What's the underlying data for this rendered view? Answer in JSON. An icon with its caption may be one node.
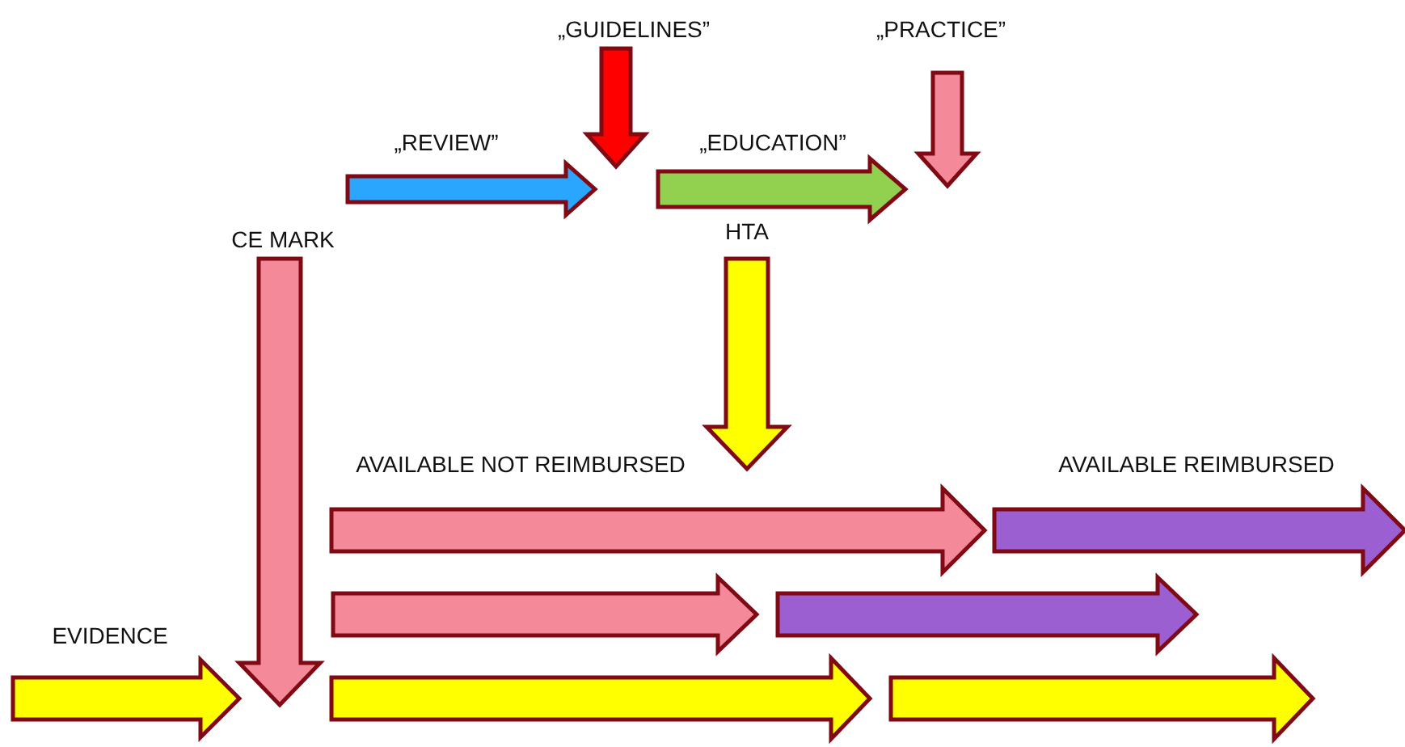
{
  "diagram": {
    "labels": [
      "„GUIDELINES”",
      "„PRACTICE”",
      "„REVIEW”",
      "„EDUCATION”",
      "CE MARK",
      "HTA",
      "AVAILABLE NOT REIMBURSED",
      "AVAILABLE REIMBURSED",
      "EVIDENCE"
    ]
  }
}
